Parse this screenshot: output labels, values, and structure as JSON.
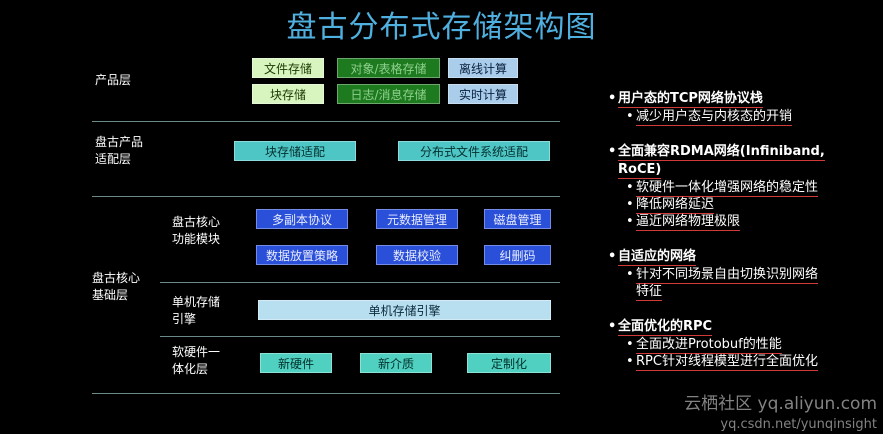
{
  "title": "盘古分布式存储架构图",
  "layers": {
    "product": "产品层",
    "adapter_line1": "盘古产品",
    "adapter_line2": "适配层",
    "base_line1": "盘古核心",
    "base_line2": "基础层"
  },
  "sublayers": {
    "core_line1": "盘古核心",
    "core_line2": "功能模块",
    "engine_line1": "单机存储",
    "engine_line2": "引擎",
    "hw_line1": "软硬件一",
    "hw_line2": "体化层"
  },
  "boxes": {
    "file_storage": "文件存储",
    "object_table_storage": "对象/表格存储",
    "offline_compute": "离线计算",
    "block_storage": "块存储",
    "log_message_storage": "日志/消息存储",
    "realtime_compute": "实时计算",
    "block_adapter": "块存储适配",
    "dfs_adapter": "分布式文件系统适配",
    "multi_replica": "多副本协议",
    "metadata_mgmt": "元数据管理",
    "disk_mgmt": "磁盘管理",
    "data_placement": "数据放置策略",
    "data_checksum": "数据校验",
    "erasure_code": "纠删码",
    "local_engine": "单机存储引擎",
    "new_hardware": "新硬件",
    "new_media": "新介质",
    "customization": "定制化"
  },
  "bullets": {
    "b1": "用户态的TCP网络协议栈",
    "b1_s1": "减少用户态与内核态的开销",
    "b2_l1": "全面兼容RDMA网络(Infiniband,",
    "b2_l2": "RoCE)",
    "b2_s1": "软硬件一体化增强网络的稳定性",
    "b2_s2": "降低网络延迟",
    "b2_s3": "逼近网络物理极限",
    "b3": "自适应的网络",
    "b3_s1_l1": "针对不同场景自由切换识别网络",
    "b3_s1_l2": "特征",
    "b4": "全面优化的RPC",
    "b4_s1": "全面改进Protobuf的性能",
    "b4_s2": "RPC针对线程模型进行全面优化"
  },
  "watermark": "云栖社区 yq.aliyun.com",
  "watermark_url": "yq.csdn.net/yunqinsight"
}
